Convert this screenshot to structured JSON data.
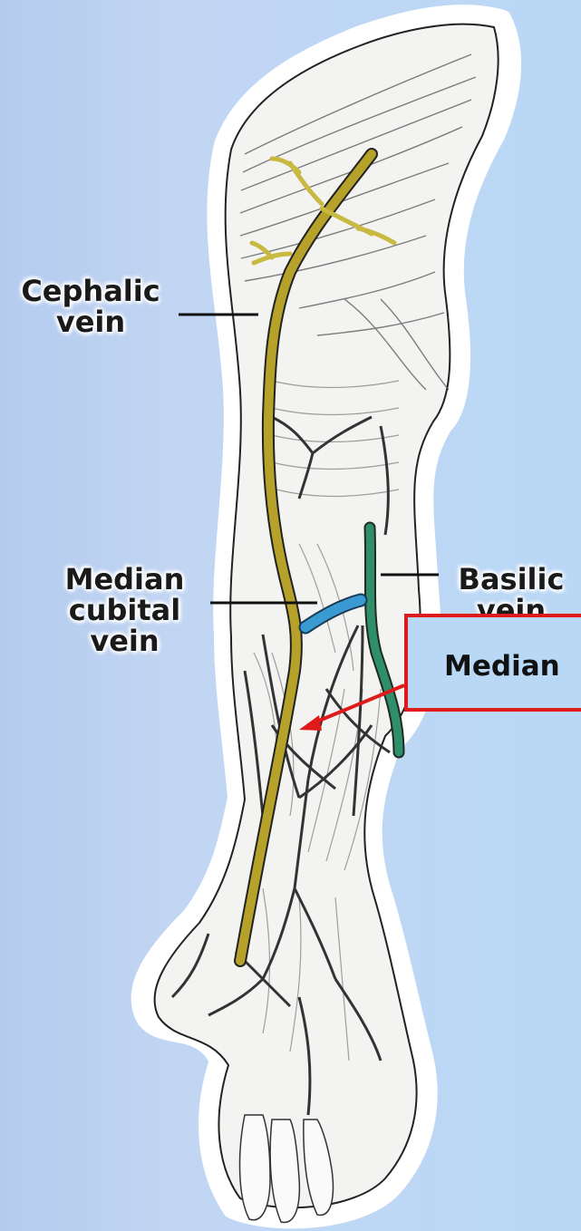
{
  "labels": {
    "cephalic": [
      "Cephalic",
      "vein"
    ],
    "median_cubital": [
      "Median",
      "cubital",
      "vein"
    ],
    "basilic": [
      "Basilic",
      "vein"
    ]
  },
  "callout": {
    "text": "Median"
  },
  "colors": {
    "background": "#b9d8f6",
    "cephalic_vein": "#b6a22a",
    "median_cubital_vein": "#3a9ad2",
    "basilic_vein": "#2f8f6a",
    "callout_border": "#e01a1a",
    "arrow": "#e01a1a"
  }
}
